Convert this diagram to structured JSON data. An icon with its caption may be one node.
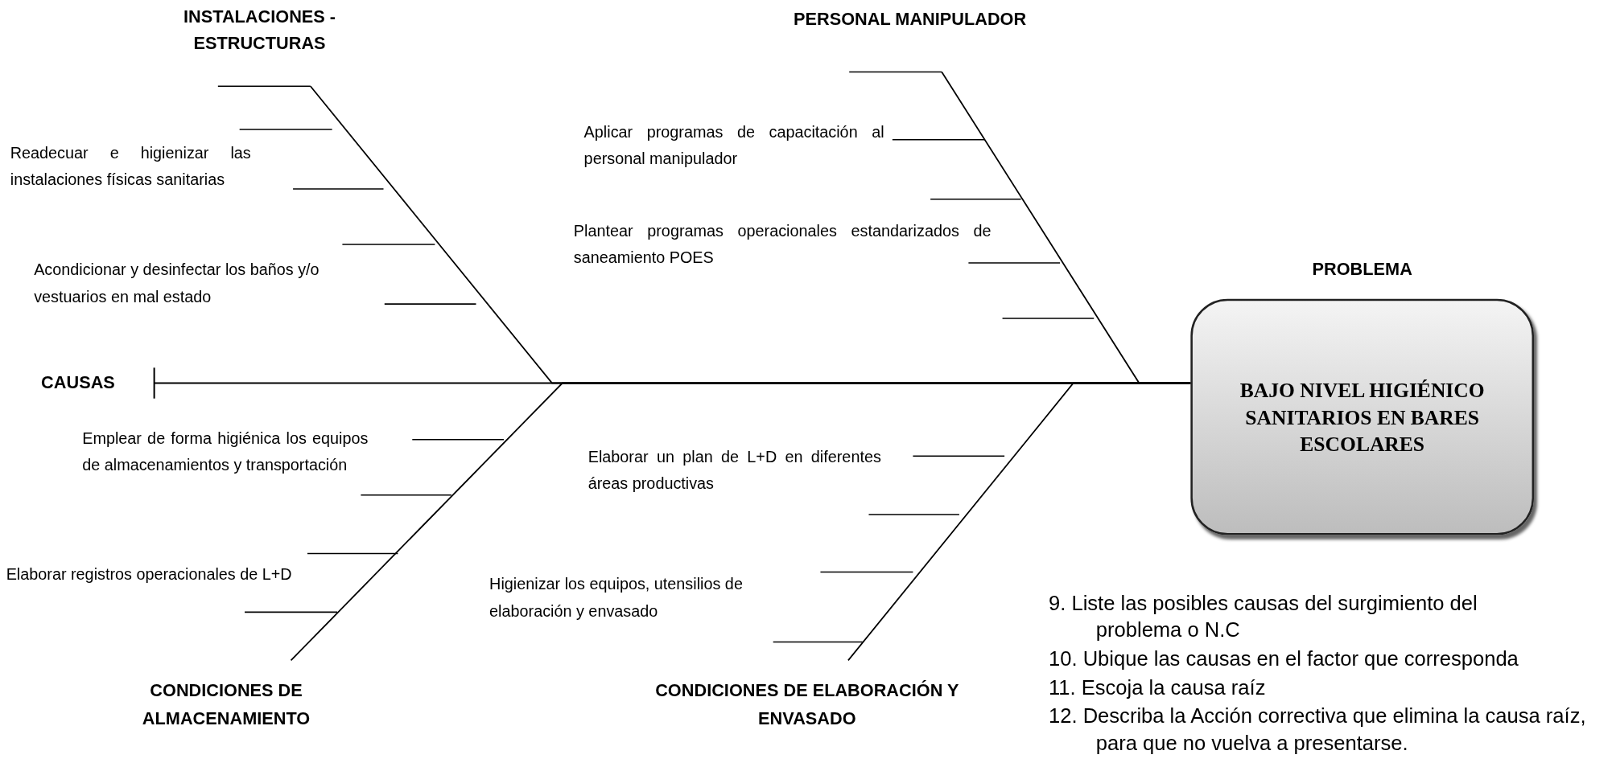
{
  "diagram": {
    "nodes": [
      {
        "text": [
          "INSTALACIONES - ESTRUCTURAS"
        ]
      },
      {
        "text": [
          "PERSONAL MANIPULADOR"
        ]
      },
      {
        "text": [
          "PROBLEMA",
          "BAJO NIVEL HIGIÉNICO SANITARIOS EN BARES ESCOLARES"
        ]
      },
      {
        "text": [
          "CAUSAS"
        ]
      },
      {
        "text": [
          "CONDICIONES DE ALMACENAMIENTO"
        ]
      },
      {
        "text": [
          "CONDICIONES DE ELABORACIÓN Y ENVASADO"
        ]
      }
    ],
    "edges": [
      {
        "from": 3,
        "to": 2,
        "arrow": "other"
      },
      {
        "from": 0,
        "to": 2,
        "arrow": "none"
      },
      {
        "from": 1,
        "to": 2,
        "arrow": "none"
      },
      {
        "from": 4,
        "to": 2,
        "arrow": "none"
      },
      {
        "from": 5,
        "to": 2,
        "arrow": "none"
      }
    ],
    "labels": [
      "Aplicar programas de capacitación al personal manipulador",
      "Readecuar e higienizar las instalaciones físicas sanitarias",
      "Plantear programas operacionales estandarizados de saneamiento POES",
      "Acondicionar y desinfectar los baños y/o vestuarios en mal estado",
      "Emplear de forma higiénica los equipos de almacenamientos y transportación",
      "Elaborar un plan de L+D en diferentes áreas productivas",
      "Elaborar registros operacionales de L+D",
      "Higienizar los equipos, utensilios de elaboración y envasado",
      "9. Liste las posibles causas del surgimiento del problema o N.C",
      "10. Ubique las causas en el factor que corresponda",
      "11. Escoja la causa raíz",
      "12. Describa la Acción correctiva que elimina la causa raíz, para que no vuelva a presentarse."
    ]
  }
}
